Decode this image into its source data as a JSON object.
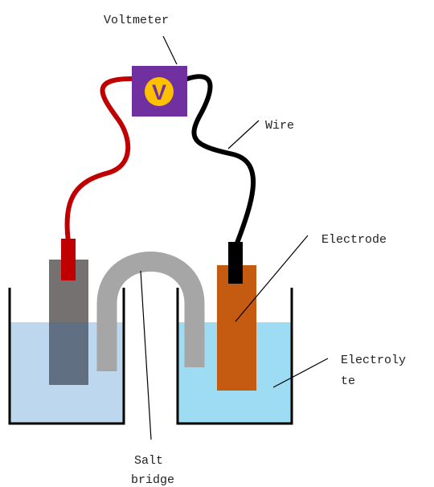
{
  "labels": {
    "voltmeter": "Voltmeter",
    "voltmeter_symbol": "V",
    "wire": "Wire",
    "electrode": "Electrode",
    "electrolyte_line1": "Electroly",
    "electrolyte_line2": "te",
    "salt_bridge_line1": "Salt",
    "salt_bridge_line2": "bridge"
  },
  "colors": {
    "voltmeter_body": "#7030a0",
    "voltmeter_dial": "#ffc000",
    "red_wire": "#c00000",
    "black_wire": "#000000",
    "left_electrode": "#767171",
    "right_electrode": "#c55a11",
    "left_solution": "#bdd7ee",
    "right_solution": "#9ddcf3",
    "salt_bridge": "#a6a6a6",
    "beaker_wall": "#000000"
  }
}
